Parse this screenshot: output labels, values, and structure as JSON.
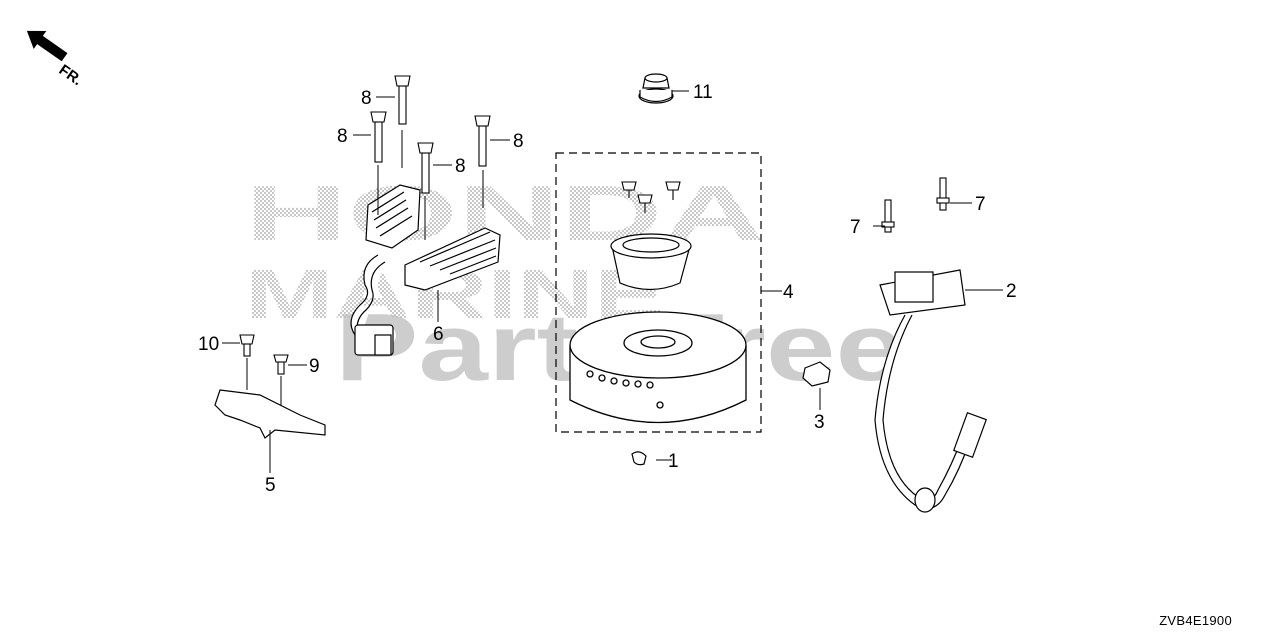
{
  "diagram": {
    "direction_marker": "FR.",
    "diagram_code": "ZVB4E1900",
    "watermark_brand": "HONDA",
    "watermark_brand2": "MARINE",
    "watermark_site": "PartsTree",
    "callouts": {
      "c1": "1",
      "c2": "2",
      "c3": "3",
      "c4": "4",
      "c5": "5",
      "c6": "6",
      "c7a": "7",
      "c7b": "7",
      "c8a": "8",
      "c8b": "8",
      "c8c": "8",
      "c8d": "8",
      "c9": "9",
      "c10": "10",
      "c11": "11"
    }
  }
}
